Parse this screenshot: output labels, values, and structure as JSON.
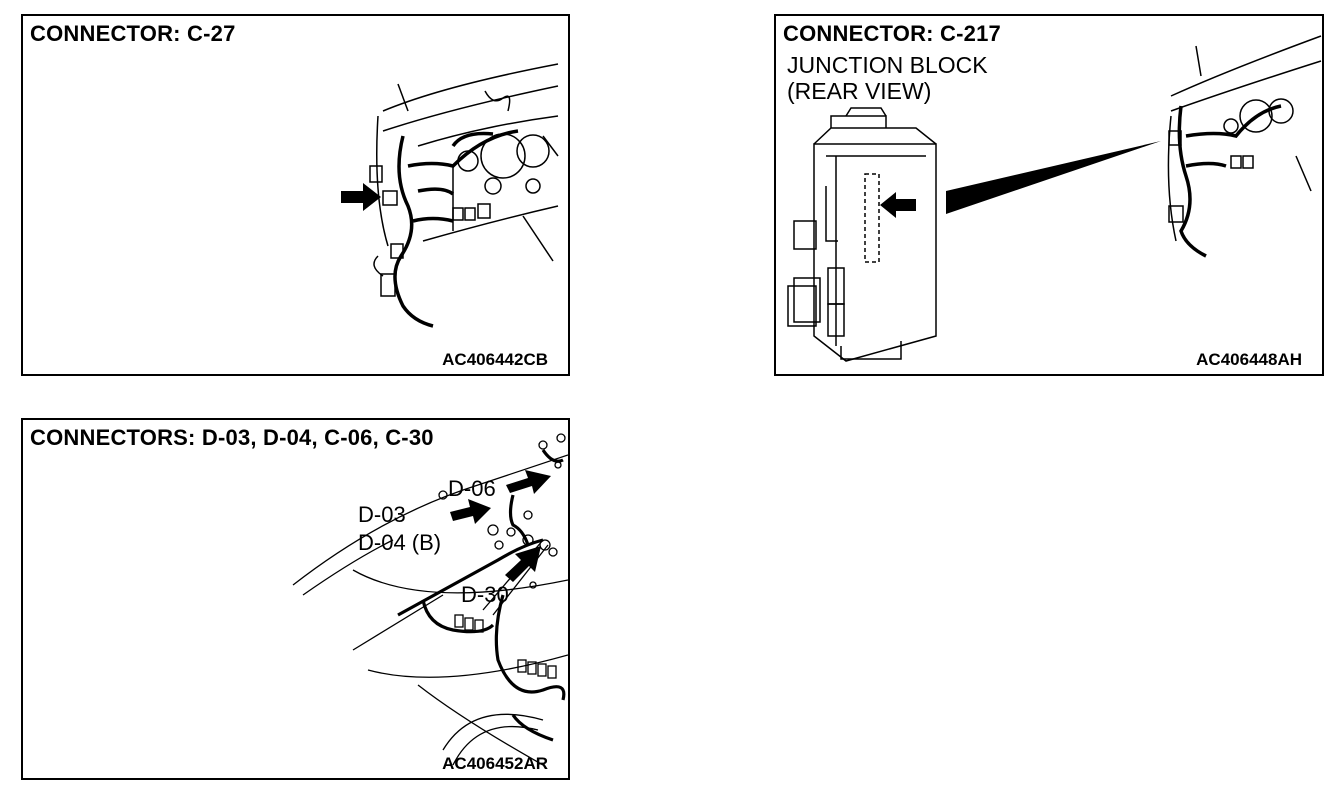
{
  "panels": [
    {
      "title": "CONNECTOR: C-27",
      "code": "AC406442CB"
    },
    {
      "title": "CONNECTOR: C-217",
      "subtitle_line1": "JUNCTION BLOCK",
      "subtitle_line2": "(REAR VIEW)",
      "code": "AC406448AH"
    },
    {
      "title": "CONNECTORS: D-03, D-04, C-06, C-30",
      "code": "AC406452AR",
      "labels": {
        "d06": "D-06",
        "d03": "D-03",
        "d04": "D-04 (B)",
        "d30": "D-30"
      }
    }
  ],
  "colors": {
    "ink": "#000000",
    "paper": "#ffffff"
  }
}
